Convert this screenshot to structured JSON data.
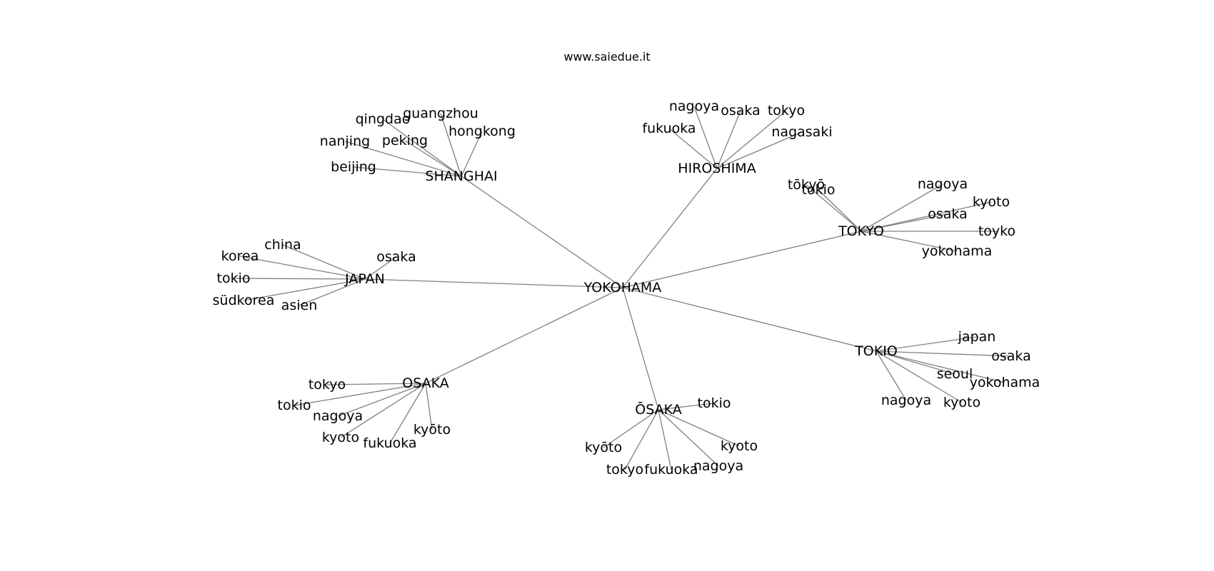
{
  "site": {
    "title": "www.saiedue.it"
  },
  "graph": {
    "center": "YOKOHAMA",
    "hubs": [
      {
        "id": "SHANGHAI",
        "label": "SHANGHAI",
        "leaves": [
          "qingdao",
          "guangzhou",
          "hongkong",
          "nanjing",
          "peking",
          "beijing"
        ]
      },
      {
        "id": "HIROSHIMA",
        "label": "HIROSHIMA",
        "leaves": [
          "nagoya",
          "osaka",
          "tokyo",
          "fukuoka",
          "nagasaki"
        ]
      },
      {
        "id": "TOKYO",
        "label": "TOKYO",
        "leaves": [
          "tōkyō",
          "tokio",
          "nagoya",
          "kyoto",
          "osaka",
          "toyko",
          "yokohama"
        ]
      },
      {
        "id": "JAPAN",
        "label": "JAPAN",
        "leaves": [
          "china",
          "korea",
          "osaka",
          "tokio",
          "südkorea",
          "asien"
        ]
      },
      {
        "id": "TOKIO",
        "label": "TOKIO",
        "leaves": [
          "japan",
          "osaka",
          "seoul",
          "yokohama",
          "nagoya",
          "kyoto"
        ]
      },
      {
        "id": "OSAKA",
        "label": "OSAKA",
        "leaves": [
          "tokyo",
          "tokio",
          "nagoya",
          "kyoto",
          "fukuoka",
          "kyōto"
        ]
      },
      {
        "id": "ŌSAKA",
        "label": "ŌSAKA",
        "leaves": [
          "tokio",
          "kyōto",
          "kyoto",
          "tokyo",
          "fukuoka",
          "nagoya"
        ]
      }
    ]
  }
}
